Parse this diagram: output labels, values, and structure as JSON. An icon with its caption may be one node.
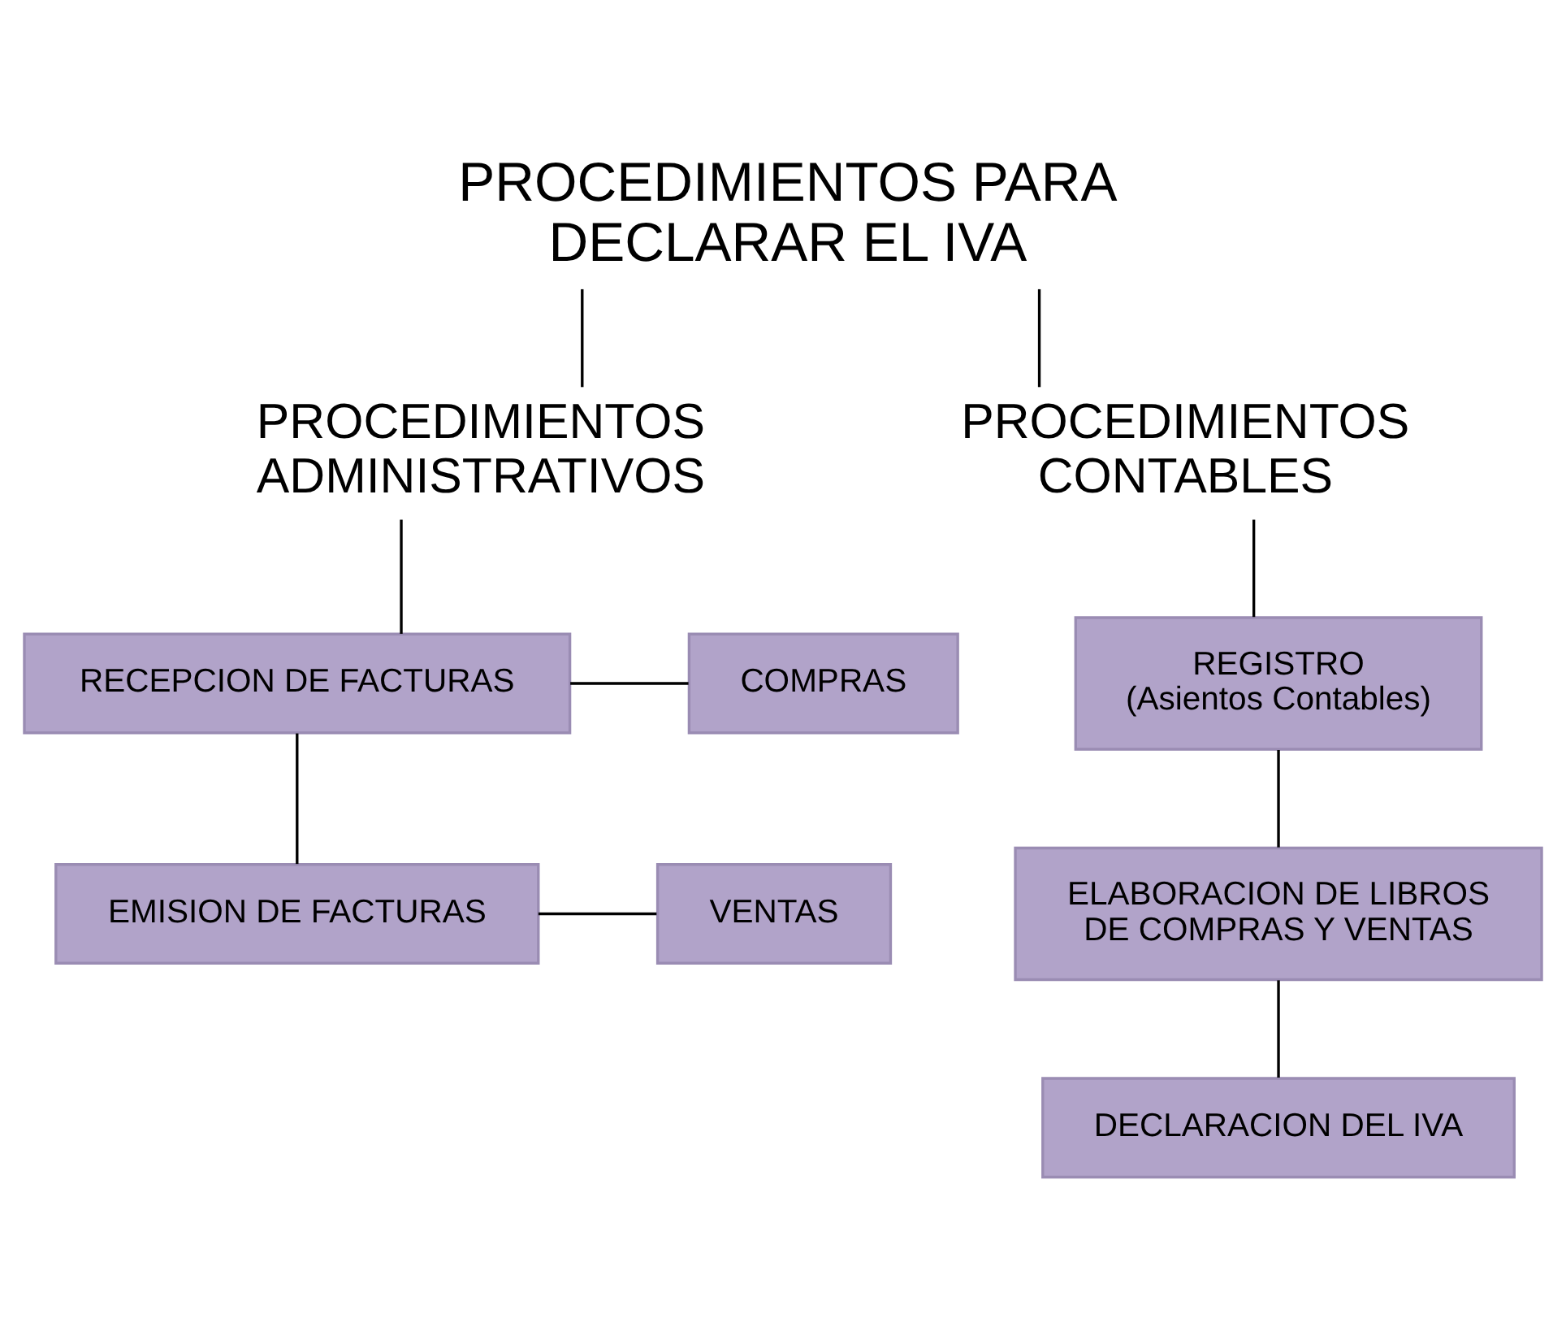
{
  "diagram": {
    "nodes": [
      {
        "text": [
          "PROCEDIMIENTOS PARA DECLARAR EL IVA"
        ]
      },
      {
        "text": [
          "PROCEDIMIENTOS ADMINISTRATIVOS"
        ]
      },
      {
        "text": [
          "PROCEDIMIENTOS CONTABLES"
        ]
      },
      {
        "text": [
          "RECEPCION DE FACTURAS"
        ]
      },
      {
        "text": [
          "COMPRAS"
        ]
      },
      {
        "text": [
          "EMISION DE FACTURAS"
        ]
      },
      {
        "text": [
          "VENTAS"
        ]
      },
      {
        "text": [
          "REGISTRO",
          "(Asientos Contables)"
        ]
      },
      {
        "text": [
          "ELABORACION DE LIBROS DE COMPRAS Y VENTAS"
        ]
      },
      {
        "text": [
          "DECLARACION DEL IVA"
        ]
      }
    ],
    "edges": [
      {
        "from": 0,
        "to": 1,
        "arrow": "none"
      },
      {
        "from": 0,
        "to": 2,
        "arrow": "none"
      },
      {
        "from": 1,
        "to": 3,
        "arrow": "none"
      },
      {
        "from": 3,
        "to": 4,
        "arrow": "none"
      },
      {
        "from": 3,
        "to": 5,
        "arrow": "none"
      },
      {
        "from": 5,
        "to": 6,
        "arrow": "none"
      },
      {
        "from": 2,
        "to": 7,
        "arrow": "none"
      },
      {
        "from": 7,
        "to": 8,
        "arrow": "none"
      },
      {
        "from": 8,
        "to": 9,
        "arrow": "none"
      }
    ]
  }
}
